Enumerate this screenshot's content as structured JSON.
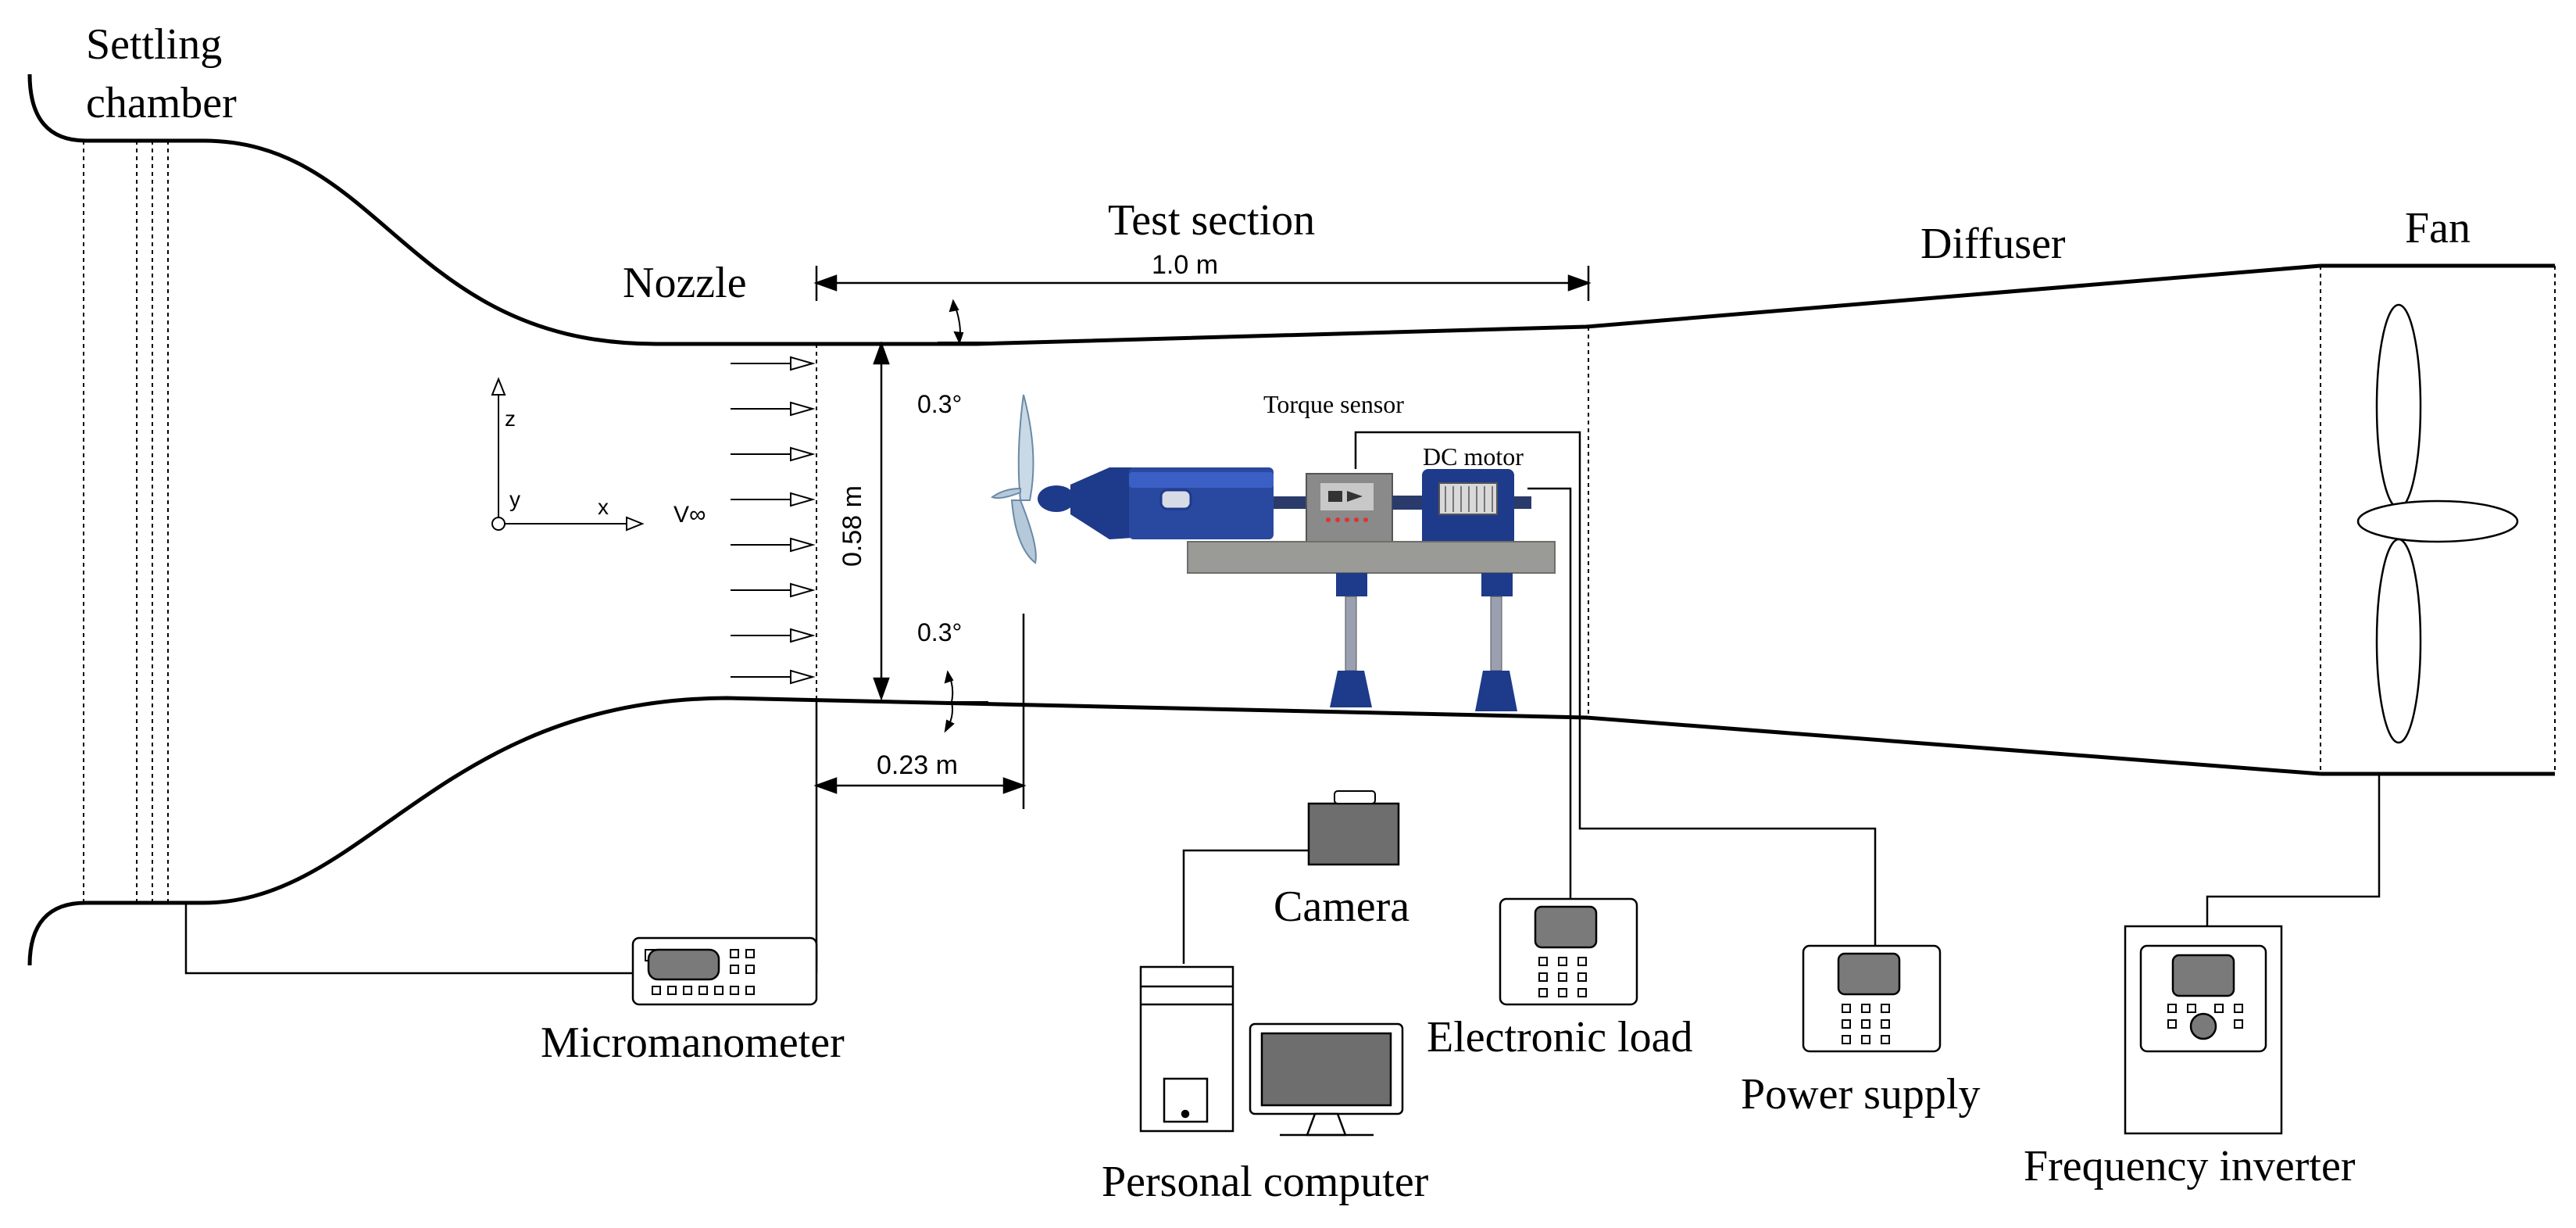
{
  "labels": {
    "settling_line1": "Settling",
    "settling_line2": "chamber",
    "nozzle": "Nozzle",
    "test_section": "Test section",
    "diffuser": "Diffuser",
    "fan": "Fan",
    "torque_sensor": "Torque sensor",
    "dc_motor": "DC motor",
    "micromanometer": "Micromanometer",
    "camera": "Camera",
    "electronic_load": "Electronic load",
    "power_supply": "Power supply",
    "personal_computer": "Personal computer",
    "frequency_inverter": "Frequency inverter"
  },
  "dimensions": {
    "length": "1.0 m",
    "height": "0.58 m",
    "offset": "0.23 m",
    "angle_top": "0.3°",
    "angle_bottom": "0.3°"
  },
  "axes": {
    "z": "z",
    "y": "y",
    "x": "x",
    "freestream": "V∞"
  },
  "colors": {
    "line": "#000000",
    "model_blue": "#1e3a8a",
    "model_blue_light": "#3b5fc4",
    "sensor_grey": "#8a8a8a",
    "plate_grey": "#9a9a96",
    "screen_grey": "#6e6e6e"
  }
}
